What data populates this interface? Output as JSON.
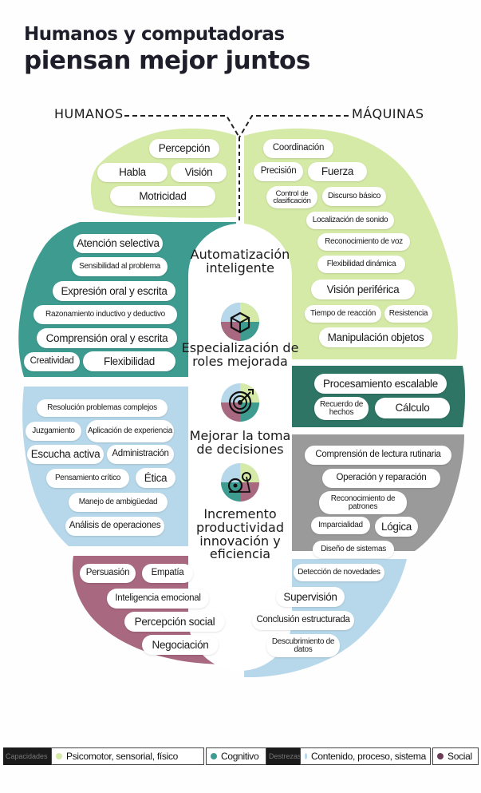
{
  "title": {
    "line1": "Humanos y computadoras",
    "line2": "piensan mejor juntos"
  },
  "labels": {
    "humans": "HUMANOS",
    "machines": "MÁQUINAS"
  },
  "colors": {
    "psychomotor": "#d5eaa6",
    "cognitive": "#3d9b90",
    "content": "#b7d8ea",
    "social": "#a8687f",
    "machine_dark": "#2f7566",
    "machine_grey": "#9a9a9a",
    "spine": "#ffffff"
  },
  "human_skills": {
    "percepcion": "Percepción",
    "habla": "Habla",
    "vision": "Visión",
    "motricidad": "Motricidad",
    "atencion": "Atención selectiva",
    "sensibilidad": "Sensibilidad al problema",
    "expresion": "Expresión oral y escrita",
    "razonamiento": "Razonamiento inductivo y deductivo",
    "comprension": "Comprensión oral y escrita",
    "creatividad": "Creatividad",
    "flexibilidad": "Flexibilidad",
    "resolucion": "Resolución problemas complejos",
    "juzgamiento": "Juzgamiento",
    "aplicacion": "Aplicación de experiencia",
    "escucha": "Escucha activa",
    "administracion": "Administración",
    "pensamiento": "Pensamiento crítico",
    "etica": "Ética",
    "manejo": "Manejo de ambigüedad",
    "analisis": "Análisis de operaciones",
    "persuasion": "Persuasión",
    "empatia": "Empatía",
    "inteligencia": "Inteligencia emocional",
    "percepcion_social": "Percepción social",
    "negociacion": "Negociación"
  },
  "machine_skills": {
    "coordinacion": "Coordinación",
    "precision": "Precisión",
    "fuerza": "Fuerza",
    "control": "Control de clasificación",
    "discurso": "Discurso básico",
    "localizacion": "Localización de sonido",
    "reconocimiento_voz": "Reconocimiento de voz",
    "flexibilidad_dinamica": "Flexibilidad dinámica",
    "vision_periferica": "Visión periférica",
    "tiempo": "Tiempo de reacción",
    "resistencia": "Resistencia",
    "manipulacion": "Manipulación objetos",
    "procesamiento": "Procesamiento escalable",
    "recuerdo": "Recuerdo de hechos",
    "calculo": "Cálculo",
    "comprension_lectura": "Comprensión de lectura rutinaria",
    "operacion": "Operación y reparación",
    "reconocimiento_patrones": "Reconocimiento de patrones",
    "imparcialidad": "Imparcialidad",
    "logica": "Lógica",
    "diseno": "Diseño de sistemas",
    "deteccion": "Detección de novedades",
    "supervision": "Supervisión",
    "conclusion": "Conclusión estructurada",
    "descubrimiento": "Descubrimiento de datos"
  },
  "center": {
    "automatizacion": "Automatización inteligente",
    "especializacion": "Especialización de roles mejorada",
    "mejorar": "Mejorar la toma de decisiones",
    "incremento": "Incremento productividad innovación y eficiencia"
  },
  "icons": {
    "cube": "cube-icon",
    "target": "target-icon",
    "gears": "gears-icon"
  },
  "legend": {
    "band1": "Capacidades",
    "psychomotor": "Psicomotor, sensorial, físico",
    "cognitive": "Cognitivo",
    "band2": "Destrezas",
    "content": "Contenido, proceso, sistema",
    "social": "Social"
  }
}
